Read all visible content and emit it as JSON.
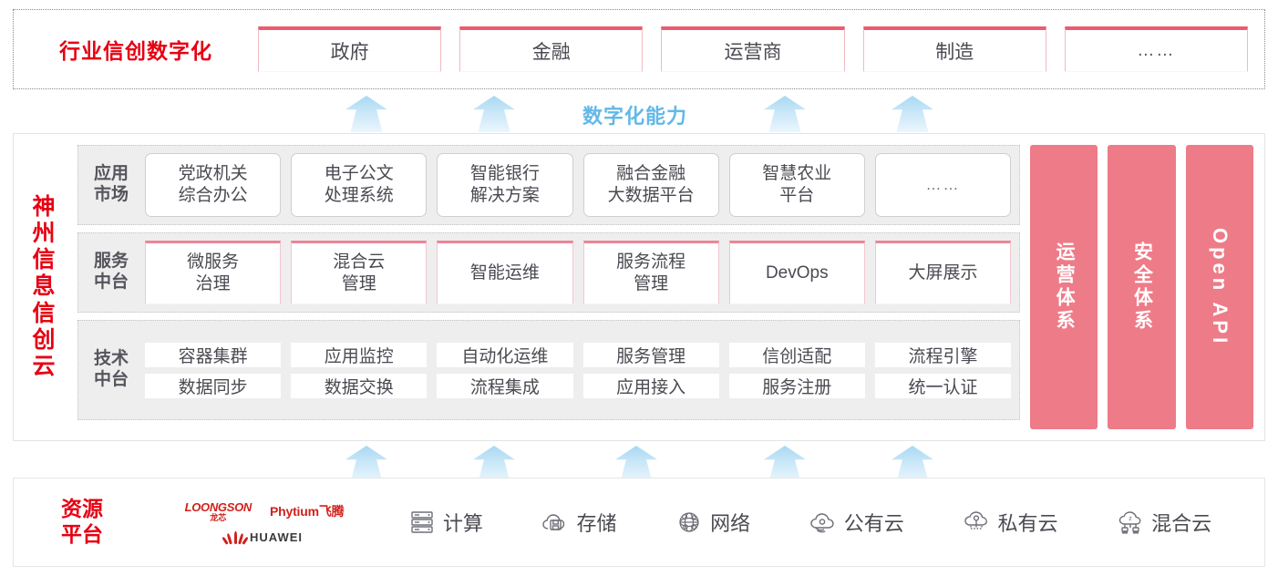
{
  "industry": {
    "title": "行业信创数字化",
    "cards": [
      "政府",
      "金融",
      "运营商",
      "制造",
      "……"
    ]
  },
  "capability": {
    "label": "数字化能力",
    "arrow_icon": "up-arrow-icon",
    "top_arrow_count": 4,
    "bottom_arrow_count": 5
  },
  "cloud": {
    "title_chars": [
      "神",
      "州",
      "信",
      "息",
      "信",
      "创",
      "云"
    ],
    "layers": [
      {
        "id": "app-market",
        "label_lines": [
          "应用",
          "市场"
        ],
        "items": [
          [
            "党政机关",
            "综合办公"
          ],
          [
            "电子公文",
            "处理系统"
          ],
          [
            "智能银行",
            "解决方案"
          ],
          [
            "融合金融",
            "大数据平台"
          ],
          [
            "智慧农业",
            "平台"
          ],
          [
            "……"
          ]
        ]
      },
      {
        "id": "service-platform",
        "label_lines": [
          "服务",
          "中台"
        ],
        "items": [
          [
            "微服务",
            "治理"
          ],
          [
            "混合云",
            "管理"
          ],
          [
            "智能运维"
          ],
          [
            "服务流程",
            "管理"
          ],
          [
            "DevOps"
          ],
          [
            "大屏展示"
          ]
        ]
      },
      {
        "id": "tech-platform",
        "label_lines": [
          "技术",
          "中台"
        ],
        "row_top": [
          "容器集群",
          "应用监控",
          "自动化运维",
          "服务管理",
          "信创适配",
          "流程引擎"
        ],
        "row_bottom": [
          "数据同步",
          "数据交换",
          "流程集成",
          "应用接入",
          "服务注册",
          "统一认证"
        ]
      }
    ],
    "pillars": [
      {
        "id": "operations",
        "text": "运营体系",
        "latin": false
      },
      {
        "id": "security",
        "text": "安全体系",
        "latin": false
      },
      {
        "id": "open-api",
        "text": "Open API",
        "latin": true
      }
    ]
  },
  "resource": {
    "title_lines": [
      "资源",
      "平台"
    ],
    "vendors": [
      {
        "id": "loongson",
        "en": "LOONGSON",
        "cn": "龙芯"
      },
      {
        "id": "phytium",
        "text": "Phytium飞腾"
      },
      {
        "id": "huawei",
        "text": "HUAWEI"
      }
    ],
    "items": [
      {
        "label": "计算",
        "icon": "server-icon"
      },
      {
        "label": "存储",
        "icon": "cloud-storage-icon"
      },
      {
        "label": "网络",
        "icon": "network-icon"
      },
      {
        "label": "公有云",
        "icon": "public-cloud-icon"
      },
      {
        "label": "私有云",
        "icon": "private-cloud-icon"
      },
      {
        "label": "混合云",
        "icon": "hybrid-cloud-icon"
      }
    ]
  },
  "colors": {
    "brand_red": "#e60012",
    "pillar_pink": "#ee7b88",
    "accent_pink": "#ea5c6f",
    "arrow_blue": "#a8d8f2",
    "capability_blue": "#63b8e8"
  }
}
